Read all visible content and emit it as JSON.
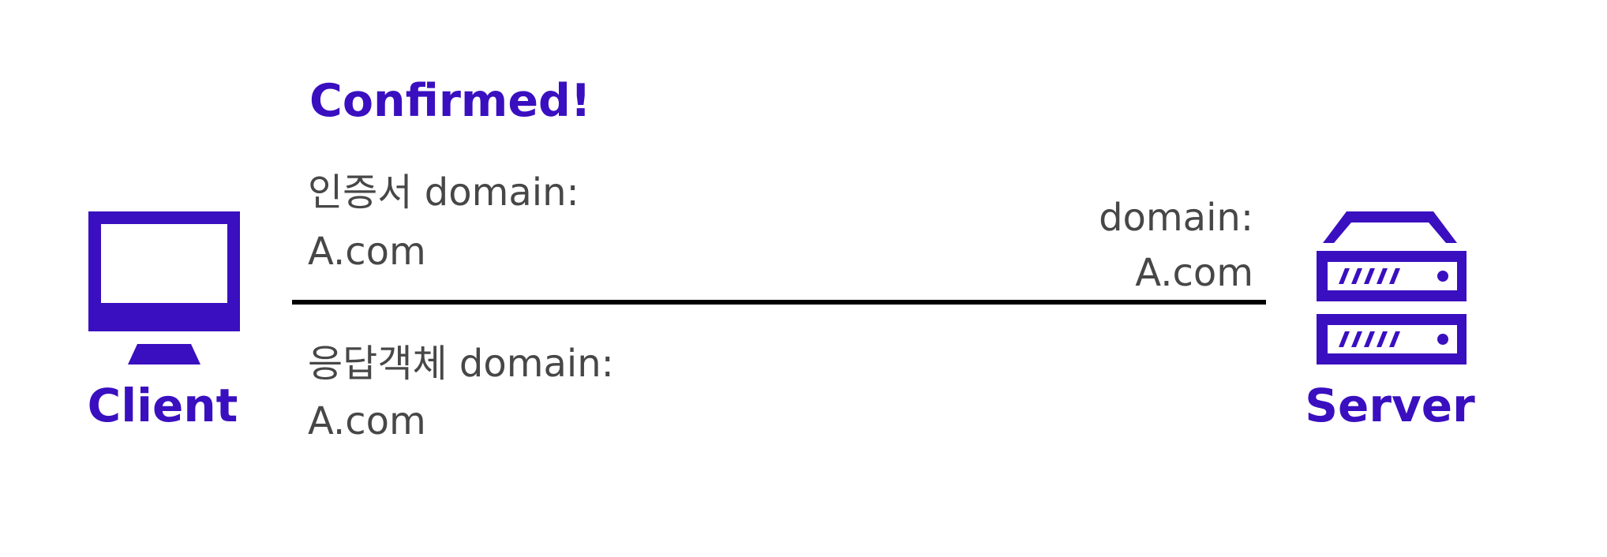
{
  "title": "Confirmed!",
  "certificate": {
    "label": "인증서 domain:",
    "value": "A.com"
  },
  "server_domain": {
    "label": "domain:",
    "value": "A.com"
  },
  "response_object": {
    "label": "응답객체 domain:",
    "value": "A.com"
  },
  "client": {
    "label": "Client",
    "icon": "monitor-icon"
  },
  "server": {
    "label": "Server",
    "icon": "server-rack-icon"
  },
  "colors": {
    "accent": "#3a0fc0",
    "text": "#474747",
    "line": "#000000"
  }
}
